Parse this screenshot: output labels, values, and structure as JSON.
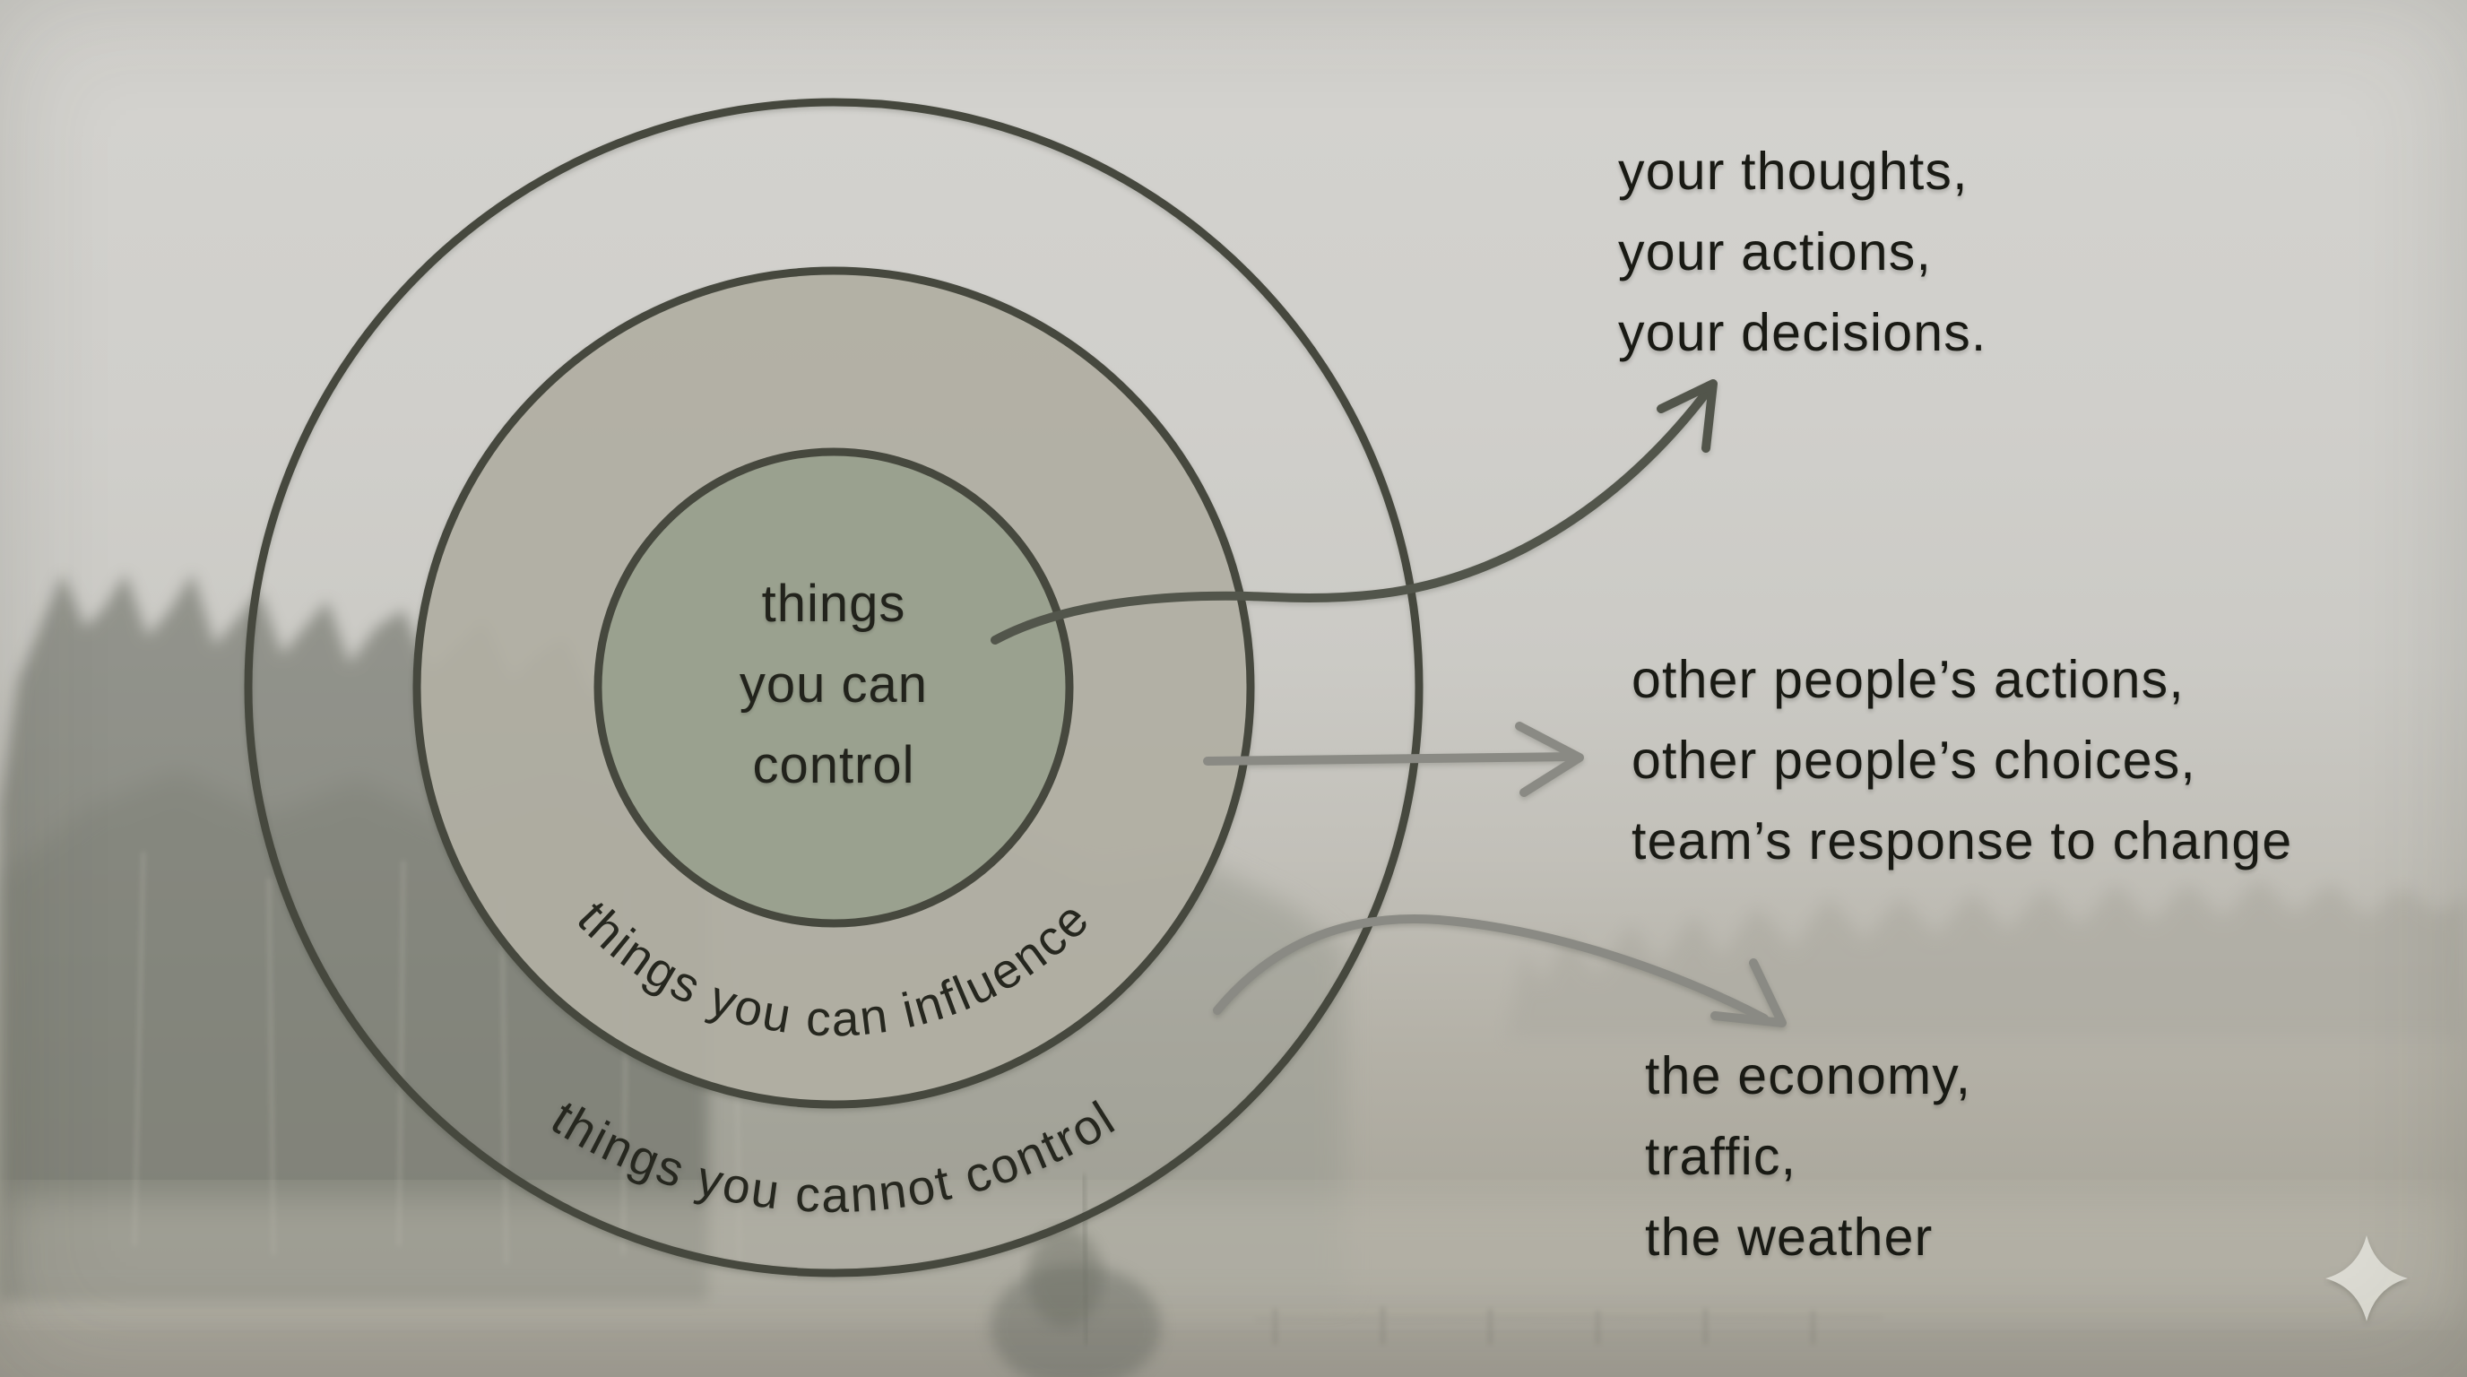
{
  "diagram": {
    "inner_circle": {
      "lines": [
        "things",
        "you can",
        "control"
      ],
      "fill": "#9aa18f"
    },
    "middle_ring": {
      "label": "things you can influence",
      "fill": "#b3b0a5"
    },
    "outer_ring": {
      "label": "things you cannot control"
    },
    "stroke_color": "#46483e"
  },
  "annotations": {
    "control_examples": {
      "lines": [
        "your thoughts,",
        "your actions,",
        "your decisions."
      ]
    },
    "influence_examples": {
      "lines": [
        "other people’s actions,",
        "other people’s choices,",
        "team’s response to change"
      ]
    },
    "cannot_control_examples": {
      "lines": [
        "the economy,",
        "traffic,",
        "the weather"
      ]
    }
  },
  "arrows": {
    "to_control_examples": {
      "color": "#52554b"
    },
    "to_influence_examples": {
      "color": "#8a8a84"
    },
    "to_cannot_control_examples": {
      "color": "#8a8a84"
    }
  },
  "icons": {
    "sparkle": {
      "name": "sparkle-icon",
      "color": "#dcdbd3"
    }
  },
  "background": {
    "description_colors": {
      "fog": "#d4d3cf",
      "field": "#a3a096",
      "forest": "#6e7167"
    }
  }
}
